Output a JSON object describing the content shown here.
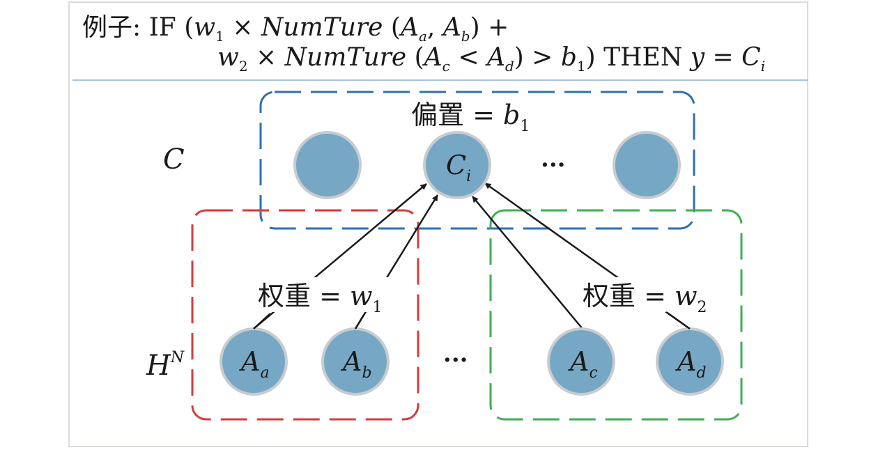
{
  "header": {
    "line1": {
      "prefix": "例子: IF (",
      "w1": "w",
      "w1_sub": "1",
      "times1": " × ",
      "func1": "NumTure",
      "args_open": " (",
      "a": "A",
      "a_sub": "a",
      "comma": ", ",
      "b": "A",
      "b_sub": "b",
      "close_plus": ") +"
    },
    "line2": {
      "w2": "w",
      "w2_sub": "2",
      "times2": " × ",
      "func2": "NumTure",
      "args_open": " (",
      "c": "A",
      "c_sub": "c",
      "lt": " < ",
      "d": "A",
      "d_sub": "d",
      "gt": ") > ",
      "b1": "b",
      "b1_sub": "1",
      "then": ") THEN ",
      "y": "y",
      "eq": " = ",
      "ci": "C",
      "ci_sub": "i"
    }
  },
  "diagram": {
    "top_label": {
      "text": "偏置 = ",
      "var": "b",
      "sub": "1"
    },
    "row_label_c": "C",
    "row_label_h": {
      "text": "H",
      "sup": "N"
    },
    "node_ci": {
      "text": "C",
      "sub": "i"
    },
    "ellipsis_top": "···",
    "ellipsis_bottom": "···",
    "weight_left": {
      "text": "权重 = ",
      "var": "w",
      "sub": "1"
    },
    "weight_right": {
      "text": "权重 = ",
      "var": "w",
      "sub": "2"
    },
    "node_aa": {
      "text": "A",
      "sub": "a"
    },
    "node_ab": {
      "text": "A",
      "sub": "b"
    },
    "node_ac": {
      "text": "A",
      "sub": "c"
    },
    "node_ad": {
      "text": "A",
      "sub": "d"
    }
  },
  "colors": {
    "node_fill": "#76a8c6",
    "node_stroke": "#c8ccd0",
    "blue_group": "#2e6fb0",
    "red_group": "#d93a3a",
    "green_group": "#3fae55",
    "arrow": "#1a1a1a"
  }
}
